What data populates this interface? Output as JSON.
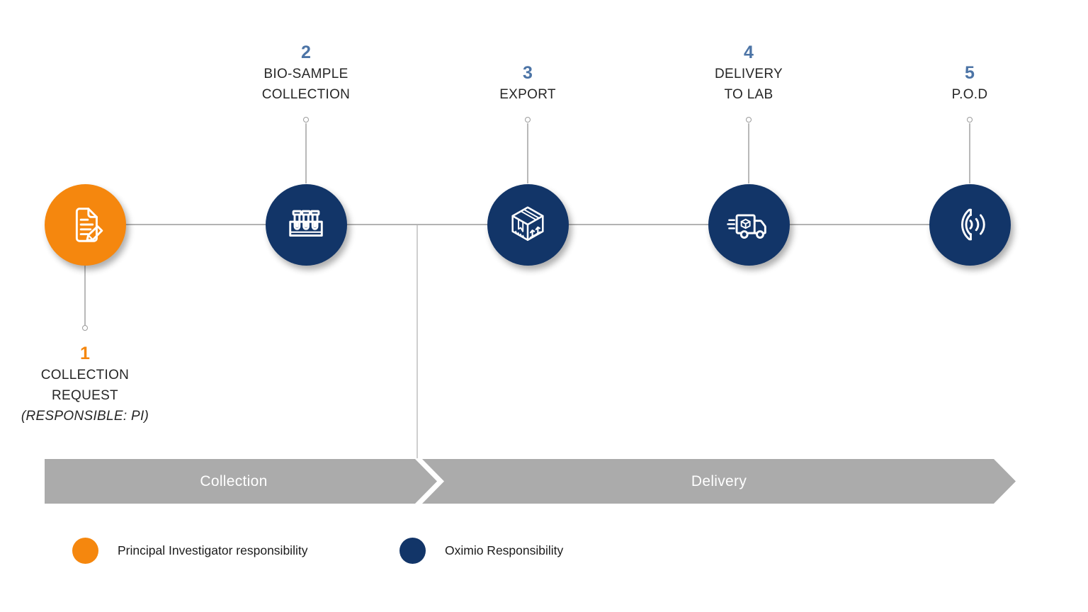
{
  "steps": [
    {
      "number": "1",
      "lines": [
        "COLLECTION",
        "REQUEST"
      ],
      "note": "(RESPONSIBLE: PI)",
      "icon": "document-edit-icon",
      "circle_color": "#F5870E",
      "number_color": "#F5870E"
    },
    {
      "number": "2",
      "lines": [
        "BIO-SAMPLE",
        "COLLECTION"
      ],
      "icon": "test-tubes-icon",
      "circle_color": "#123568",
      "number_color": "#4C74A6"
    },
    {
      "number": "3",
      "lines": [
        "EXPORT"
      ],
      "icon": "package-box-icon",
      "circle_color": "#123568",
      "number_color": "#4C74A6"
    },
    {
      "number": "4",
      "lines": [
        "DELIVERY",
        "TO LAB"
      ],
      "icon": "delivery-truck-icon",
      "circle_color": "#123568",
      "number_color": "#4C74A6"
    },
    {
      "number": "5",
      "lines": [
        "P.O.D"
      ],
      "icon": "phone-handset-icon",
      "circle_color": "#123568",
      "number_color": "#4C74A6"
    }
  ],
  "phases": [
    {
      "label": "Collection"
    },
    {
      "label": "Delivery"
    }
  ],
  "legend": [
    {
      "label": "Principal Investigator responsibility",
      "color": "#F5870E"
    },
    {
      "label": "Oximio Responsibility",
      "color": "#123568"
    }
  ],
  "colors": {
    "orange": "#F5870E",
    "navy": "#123568",
    "step_number_blue": "#4C74A6",
    "band_gray": "#ABABAB",
    "connector_gray": "#B9B9B9",
    "label_text": "#262626",
    "band_text": "#FFFFFF"
  }
}
